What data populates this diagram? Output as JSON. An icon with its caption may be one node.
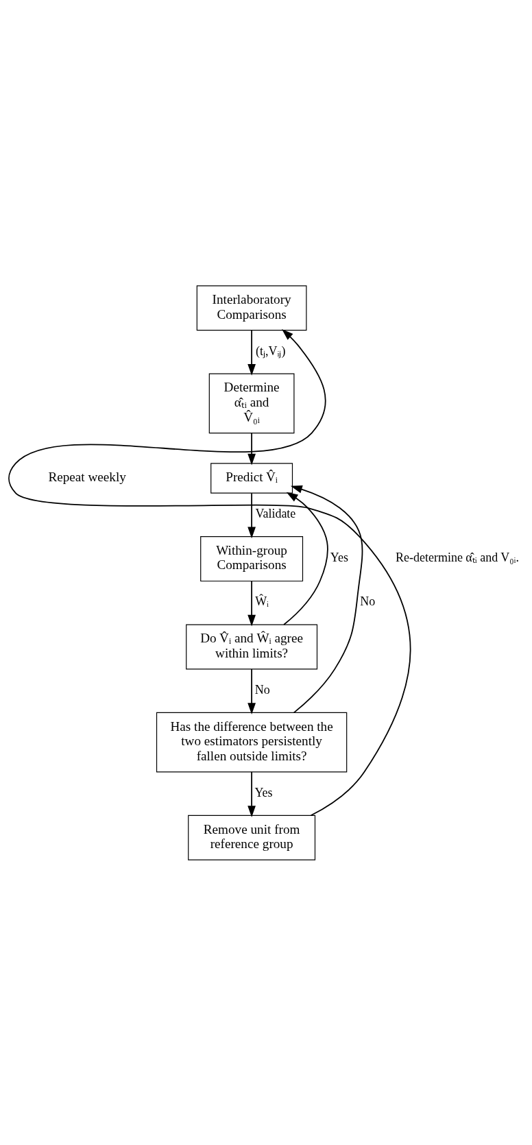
{
  "diagram": {
    "nodes": [
      {
        "text": [
          "Interlaboratory Comparisons"
        ]
      },
      {
        "text": [
          "Determine α̂ₜᵢ and V̂₀ᵢ"
        ]
      },
      {
        "text": [
          "Predict V̂ᵢ"
        ]
      },
      {
        "text": [
          "Within-group Comparisons"
        ]
      },
      {
        "text": [
          "Do V̂ᵢ and Ŵᵢ agree within limits?"
        ]
      },
      {
        "text": [
          "Has the difference between the two estimators persistently fallen outside limits?"
        ]
      },
      {
        "text": [
          "Remove unit from reference group"
        ]
      }
    ],
    "edges": [
      {
        "from": 0,
        "to": 1,
        "arrow": "to",
        "label": "(tⱼ,Vᵢⱼ)"
      },
      {
        "from": 1,
        "to": 2,
        "arrow": "to"
      },
      {
        "from": 2,
        "to": 3,
        "arrow": "to",
        "label": "Validate"
      },
      {
        "from": 3,
        "to": 4,
        "arrow": "to",
        "label": "Ŵᵢ"
      },
      {
        "from": 4,
        "to": 2,
        "arrow": "to",
        "label": "Yes"
      },
      {
        "from": 4,
        "to": 5,
        "arrow": "to",
        "label": "No"
      },
      {
        "from": 5,
        "to": 2,
        "arrow": "to",
        "label": "No"
      },
      {
        "from": 5,
        "to": 6,
        "arrow": "to",
        "label": "Yes"
      },
      {
        "from": 6,
        "to": 0,
        "arrow": "to",
        "label": "Re-determine α̂ₜᵢ and V₀ᵢ."
      }
    ],
    "labels": [
      "Repeat weekly"
    ]
  }
}
